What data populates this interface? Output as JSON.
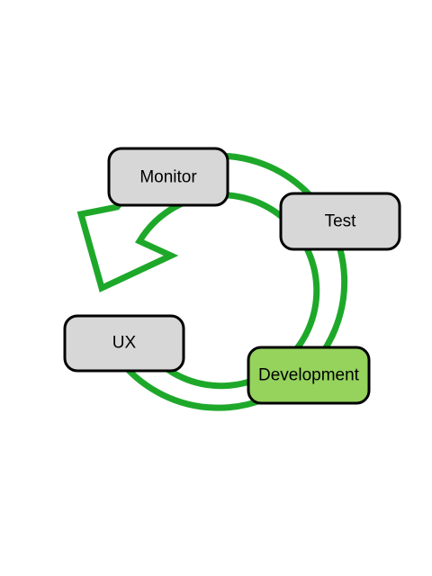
{
  "diagram": {
    "nodes": [
      {
        "id": "monitor",
        "label": "Monitor",
        "highlighted": false
      },
      {
        "id": "test",
        "label": "Test",
        "highlighted": false
      },
      {
        "id": "development",
        "label": "Development",
        "highlighted": true
      },
      {
        "id": "ux",
        "label": "UX",
        "highlighted": false
      }
    ]
  },
  "colors": {
    "cycle_stroke": "#1ea82a",
    "node_fill": "#d7d7d7",
    "node_fill_highlight": "#95d35d",
    "node_border": "#000000"
  }
}
